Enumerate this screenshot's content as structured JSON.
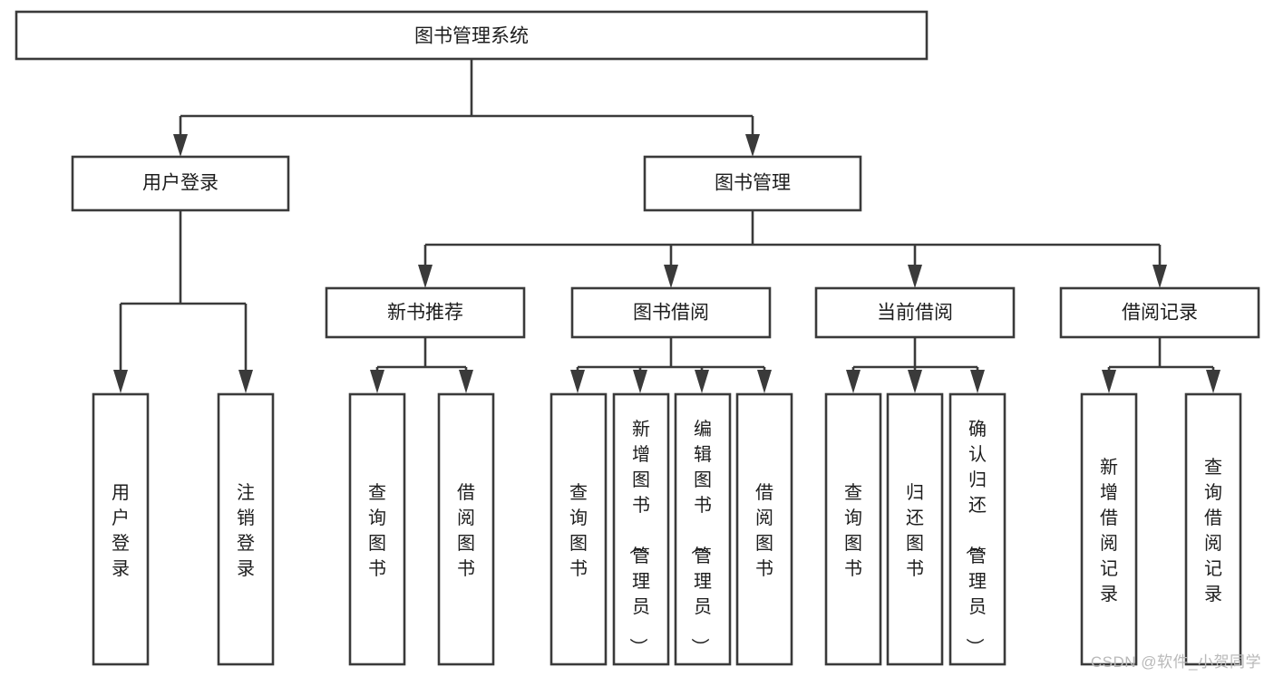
{
  "diagram": {
    "type": "tree-hierarchy-chart",
    "title": "图书管理系统",
    "orientation": "top-down",
    "colors": {
      "box_stroke": "#3a3a3a",
      "box_fill": "#ffffff",
      "text": "#1d1d1d",
      "background": "#ffffff",
      "watermark": "#b9b9b9"
    },
    "levels": {
      "root": {
        "label": "图书管理系统",
        "orientation": "horizontal"
      },
      "level2": [
        {
          "id": "user-login",
          "label": "用户登录",
          "orientation": "horizontal"
        },
        {
          "id": "book-management",
          "label": "图书管理",
          "orientation": "horizontal"
        }
      ],
      "level3": [
        {
          "id": "new-book-recommend",
          "label": "新书推荐",
          "parent": "book-management",
          "orientation": "horizontal"
        },
        {
          "id": "book-borrow",
          "label": "图书借阅",
          "parent": "book-management",
          "orientation": "horizontal"
        },
        {
          "id": "current-borrow",
          "label": "当前借阅",
          "parent": "book-management",
          "orientation": "horizontal"
        },
        {
          "id": "borrow-record",
          "label": "借阅记录",
          "parent": "book-management",
          "orientation": "horizontal"
        }
      ],
      "leaves": [
        {
          "id": "leaf-user-login",
          "label": "用户登录",
          "parent": "user-login",
          "orientation": "vertical"
        },
        {
          "id": "leaf-user-logout",
          "label": "注销登录",
          "parent": "user-login",
          "orientation": "vertical"
        },
        {
          "id": "leaf-query-book-1",
          "label": "查询图书",
          "parent": "new-book-recommend",
          "orientation": "vertical"
        },
        {
          "id": "leaf-borrow-book-1",
          "label": "借阅图书",
          "parent": "new-book-recommend",
          "orientation": "vertical"
        },
        {
          "id": "leaf-query-book-2",
          "label": "查询图书",
          "parent": "book-borrow",
          "orientation": "vertical"
        },
        {
          "id": "leaf-add-book",
          "label": "新增图书（管理员）",
          "parent": "book-borrow",
          "orientation": "vertical"
        },
        {
          "id": "leaf-edit-book",
          "label": "编辑图书（管理员）",
          "parent": "book-borrow",
          "orientation": "vertical"
        },
        {
          "id": "leaf-borrow-book-2",
          "label": "借阅图书",
          "parent": "book-borrow",
          "orientation": "vertical"
        },
        {
          "id": "leaf-query-book-3",
          "label": "查询图书",
          "parent": "current-borrow",
          "orientation": "vertical"
        },
        {
          "id": "leaf-return-book",
          "label": "归还图书",
          "parent": "current-borrow",
          "orientation": "vertical"
        },
        {
          "id": "leaf-confirm-return",
          "label": "确认归还（管理员）",
          "parent": "current-borrow",
          "orientation": "vertical"
        },
        {
          "id": "leaf-add-record",
          "label": "新增借阅记录",
          "parent": "borrow-record",
          "orientation": "vertical"
        },
        {
          "id": "leaf-query-record",
          "label": "查询借阅记录",
          "parent": "borrow-record",
          "orientation": "vertical"
        }
      ]
    }
  },
  "watermark": {
    "text": "CSDN @软件_小贺同学"
  }
}
